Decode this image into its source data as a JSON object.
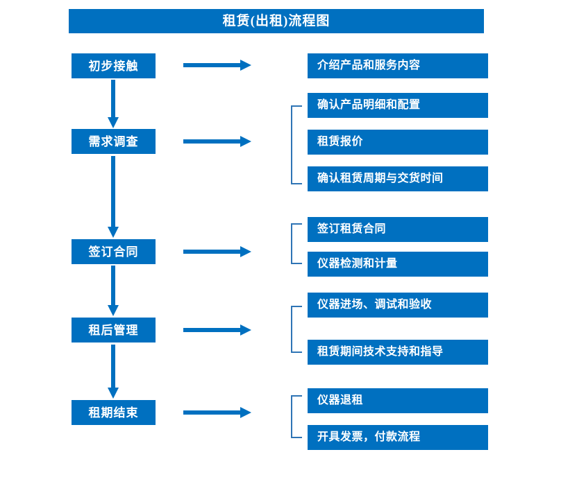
{
  "diagram": {
    "title": "租赁(出租)流程图",
    "colors": {
      "box_fill": "#0070C0",
      "box_text": "#FFFFFF",
      "arrow": "#0070C0",
      "bracket": "#2E74B5",
      "background": "#FFFFFF"
    },
    "stages": [
      {
        "id": "stage-1",
        "label": "初步接触"
      },
      {
        "id": "stage-2",
        "label": "需求调查"
      },
      {
        "id": "stage-3",
        "label": "签订合同"
      },
      {
        "id": "stage-4",
        "label": "租后管理"
      },
      {
        "id": "stage-5",
        "label": "租期结束"
      }
    ],
    "details": [
      {
        "id": "detail-1",
        "label": "介绍产品和服务内容"
      },
      {
        "id": "detail-2",
        "label": "确认产品明细和配置"
      },
      {
        "id": "detail-3",
        "label": "租赁报价"
      },
      {
        "id": "detail-4",
        "label": "确认租赁周期与交货时间"
      },
      {
        "id": "detail-5",
        "label": "签订租赁合同"
      },
      {
        "id": "detail-6",
        "label": "仪器检测和计量"
      },
      {
        "id": "detail-7",
        "label": "仪器进场、调试和验收"
      },
      {
        "id": "detail-8",
        "label": "租赁期间技术支持和指导"
      },
      {
        "id": "detail-9",
        "label": "仪器退租"
      },
      {
        "id": "detail-10",
        "label": "开具发票，付款流程"
      }
    ],
    "connectors": {
      "horizontal_arrow_count": 5,
      "vertical_arrow_count": 4,
      "bracket_count": 4
    }
  }
}
